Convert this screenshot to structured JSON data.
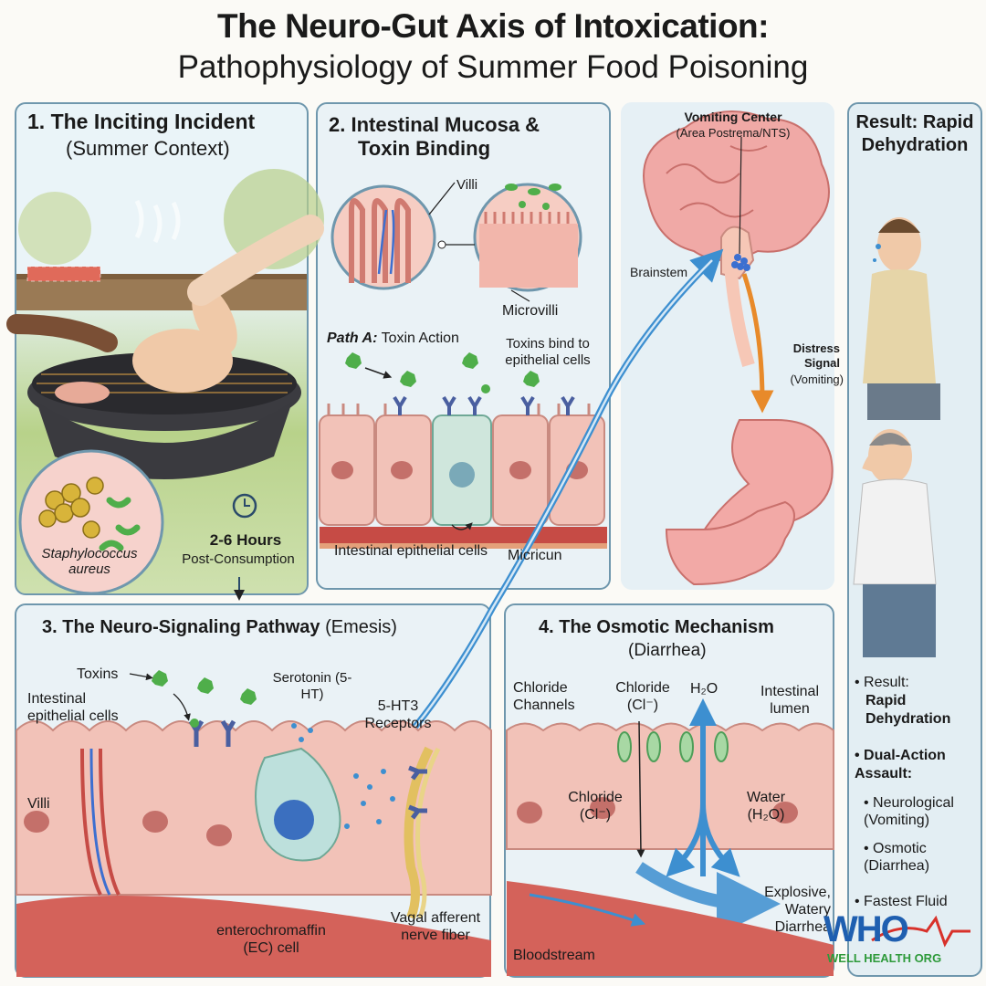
{
  "title": "The Neuro-Gut Axis of Intoxication:",
  "subtitle": "Pathophysiology of Summer Food Poisoning",
  "panel1": {
    "heading": "1. The Inciting Incident",
    "subheading": "(Summer Context)",
    "bacteria_label": "Staphylococcus aureus",
    "time_label": "2-6 Hours",
    "time_sublabel": "Post-Consumption"
  },
  "panel2": {
    "heading_line1": "2. Intestinal Mucosa &",
    "heading_line2": "Toxin Binding",
    "villi_label": "Villi",
    "microvilli_label": "Microvilli",
    "path_a_bold": "Path A:",
    "path_a_text": "Toxin Action",
    "toxins_bind": "Toxins bind to epithelial cells",
    "epithelial_label": "Intestinal epithelial cells",
    "micricun_label": "Micricun"
  },
  "brain_panel": {
    "vomiting_center": "Vomiting Center",
    "area_postrema": "(Area Postrema/NTS)",
    "brainstem": "Brainstem",
    "distress_bold": "Distress Signal",
    "distress_sub": "(Vomiting)"
  },
  "panel3": {
    "heading_bold": "3. The Neuro-Signaling Pathway",
    "heading_normal": "(Emesis)",
    "toxins": "Toxins",
    "intestinal_epithelial": "Intestinal epithelial cells",
    "serotonin": "Serotonin (5-HT)",
    "receptors": "5-HT3 Receptors",
    "villi": "Villi",
    "ec_cell": "enterochromaffin (EC) cell",
    "vagal": "Vagal afferent nerve fiber"
  },
  "panel4": {
    "heading": "4. The Osmotic Mechanism",
    "subheading": "(Diarrhea)",
    "chloride_channels": "Chloride Channels",
    "chloride_top": "Chloride (Cl⁻)",
    "h2o": "H₂O",
    "lumen": "Intestinal lumen",
    "chloride_mid": "Chloride (Cl⁻)",
    "water": "Water (H₂O)",
    "diarrhea": "Explosive, Watery Diarrhea",
    "bloodstream": "Bloodstream"
  },
  "panel5": {
    "heading": "Result: Rapid Dehydration",
    "bullet1_prefix": "Result:",
    "bullet1_bold": "Rapid Dehydration",
    "bullet2_bold": "Dual-Action Assault:",
    "sub1": "Neurological (Vomiting)",
    "sub2": "Osmotic (Diarrhea)",
    "bullet3": "Fastest Fluid"
  },
  "logo": {
    "letters": "WHO",
    "tagline": "WELL HEALTH ORG"
  },
  "colors": {
    "panel_border": "#6f97ad",
    "arrow_blue": "#3d8fd0",
    "arrow_orange": "#e88a2a",
    "tissue_pink": "#f2c2b8",
    "toxin_green": "#4fae4a",
    "logo_blue": "#1f5fb0",
    "logo_red": "#d8312a",
    "logo_green": "#2e9a3a"
  }
}
